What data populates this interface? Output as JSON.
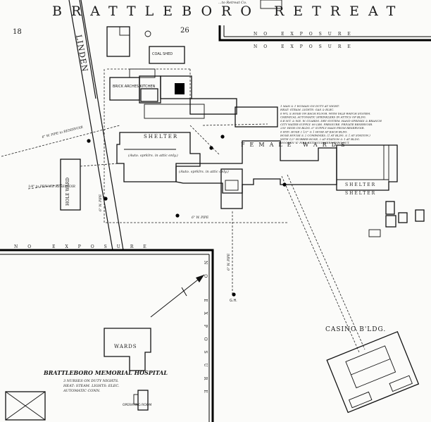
{
  "labels": {
    "top_title": "BRATTLEBORO RETREAT",
    "top_small_note": "...to Retreat Co.",
    "sheet_no_left": "18",
    "sheet_no_right": "26",
    "exposure_top_1": "NO EXPOSURE",
    "exposure_top_2": "NO EXPOSURE",
    "street_linden": "LINDEN",
    "coal_shed": "COAL SHED",
    "brick_arches_kitchen": "BRICK ARCHES KITCHEN",
    "shelter_main": "SHELTER",
    "shelter_right_1": "SHELTER",
    "shelter_right_2": "SHELTER",
    "female_wards": "FEMALE WARDS",
    "isolation_ward": "HOLE WARD",
    "pipe_left": "6\" W. PIPE to RESERVOIR",
    "pipe_left_2": "1/4\" to PRIVATE RESERVOIR",
    "pipe_right": "6\" W. PIPE",
    "pipe_vert_1": "6\" W. PIPE",
    "pipe_vert_2": "6\" W. PIPE",
    "auto_sprinklers_1": "(Auto. sprklrs. in attic only.)",
    "auto_sprinklers_2": "(Auto. sprklrs. in attic only.)",
    "exposure_lower_top": "NO EXPOSURE",
    "exposure_lower_right": "NO EXPOSURE",
    "casino": "CASINO B'LDG.",
    "wards_lower": "WARDS",
    "memorial_hospital": "BRATTLEBORO MEMORIAL HOSPITAL",
    "memorial_notes_1": "3 NURSES ON DUTY NIGHTS.",
    "memorial_notes_2": "HEAT: STEAM. LIGHTS: ELEC.",
    "memorial_notes_3": "AUTOMATIC CONN.",
    "operating_room": "OPERATING ROOM",
    "hydrant_label": "G.H.",
    "notes_block": [
      "1 MAN & 1 WOMAN ON DUTY AT NIGHT.",
      "HEAT: STEAM. LIGHTS: GAS & ELEC.",
      "6 W'L & HOSE ON EACH FLOOR. WITH YALE WATCH SYSTEM.",
      "CHEMICAL AUTOMATIC SPRINKLERS IN ATTICS OF BLDG.",
      "S.E.W.T. & W.E. W. GUARDS. DRY SYSTEM. HAND SPRINKS & BRANCH",
      "CITY WATER SUPPLY. 80 LBS. PRESSURE. PRIVATE RESERVOIR.",
      "250' HIGH ON BLDG. 6\" SUPPLY MAIN FROM RESERVOIR.",
      "6 HYD. HOSE 2 1/2\" & 1 HOSE AT EACH BLDG.",
      "HOSE HOUSE & 2 COMPANIES. (1 AT BLDG. & 1 AT STATION.)",
      "WITH 1/2\" RUBBER HOSE, 2 AT STATION & 1 AT BLDG.",
      "WOODEN 'K' FIRE EXTINGUISHERS THRO'OUT."
    ]
  },
  "icons": {
    "north_arrow": "north-arrow-icon",
    "hydrant": "hydrant-dot-icon"
  },
  "colors": {
    "ink": "#111111",
    "paper": "#fbfbf9"
  }
}
